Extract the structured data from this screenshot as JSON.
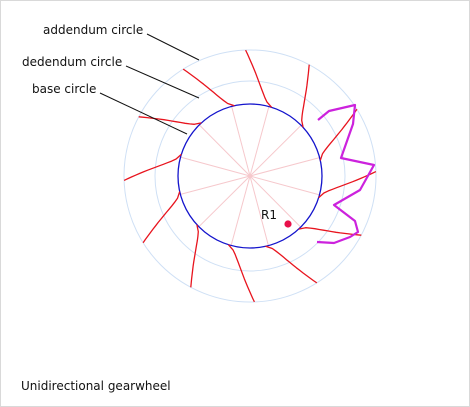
{
  "labels": {
    "addendum": "addendum circle",
    "dedendum": "dedendum circle",
    "base": "base circle",
    "point": "R1"
  },
  "caption": "Unidirectional gearwheel",
  "gear": {
    "teeth": 12,
    "highlighted_teeth": 3
  },
  "colors": {
    "addendum_circle": "#cfe0f5",
    "dedendum_circle": "#cfe0f5",
    "base_circle": "#1414cc",
    "tooth_profile": "#e8141e",
    "highlighted_tooth": "#cc22dd",
    "spokes": "#f6c8cc",
    "point": "#e8104a",
    "leader_lines": "#111111"
  }
}
